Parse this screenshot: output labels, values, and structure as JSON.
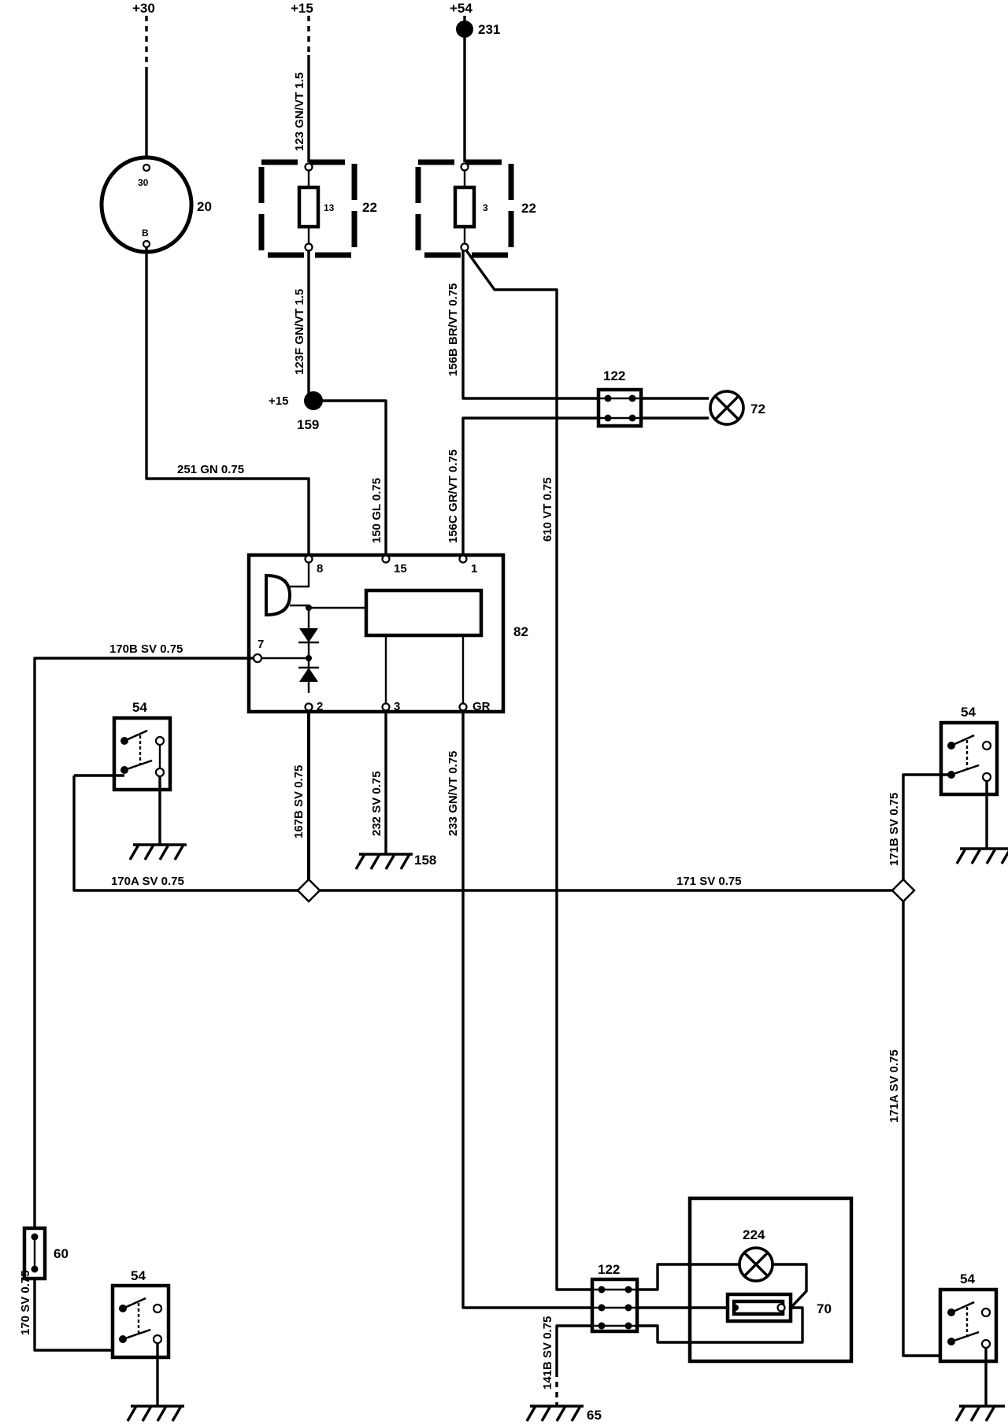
{
  "supplies": {
    "plus30": "+30",
    "plus15": "+15",
    "plus54": "+54",
    "plus15_junction": "+15"
  },
  "components": {
    "ignition_lock": {
      "id": "20",
      "pin_top": "30",
      "pin_bottom": "B"
    },
    "fuse_13": {
      "id": "22",
      "fuse": "13"
    },
    "fuse_3": {
      "id": "22",
      "fuse": "3"
    },
    "junction_159": "159",
    "junction_231": "231",
    "connector_122_top": "122",
    "connector_122_bottom": "122",
    "lamp_72": "72",
    "control_unit": {
      "id": "82",
      "pin_8": "8",
      "pin_15": "15",
      "pin_1": "1",
      "pin_7": "7",
      "pin_2": "2",
      "pin_3": "3",
      "pin_gr": "GR"
    },
    "door_switch_left_top": "54",
    "door_switch_right_top": "54",
    "door_switch_left_bottom": "54",
    "door_switch_right_bottom": "54",
    "ground_158": "158",
    "ground_65": "65",
    "diode_60": "60",
    "indicator_lamp": "224",
    "panel_70": "70"
  },
  "wires": {
    "w123": "123 GN/VT 1.5",
    "w123f": "123F GN/VT 1.5",
    "w156b": "156B BR/VT 0.75",
    "w156c": "156C GR/VT 0.75",
    "w251": "251 GN 0.75",
    "w150": "150 GL 0.75",
    "w610": "610 VT 0.75",
    "w170b": "170B SV 0.75",
    "w167b": "167B SV 0.75",
    "w232": "232 SV 0.75",
    "w233": "233 GN/VT 0.75",
    "w170a": "170A SV 0.75",
    "w171": "171 SV 0.75",
    "w171b": "171B SV 0.75",
    "w171a": "171A SV 0.75",
    "w170": "170 SV 0.75",
    "w141b": "141B SV 0.75"
  }
}
